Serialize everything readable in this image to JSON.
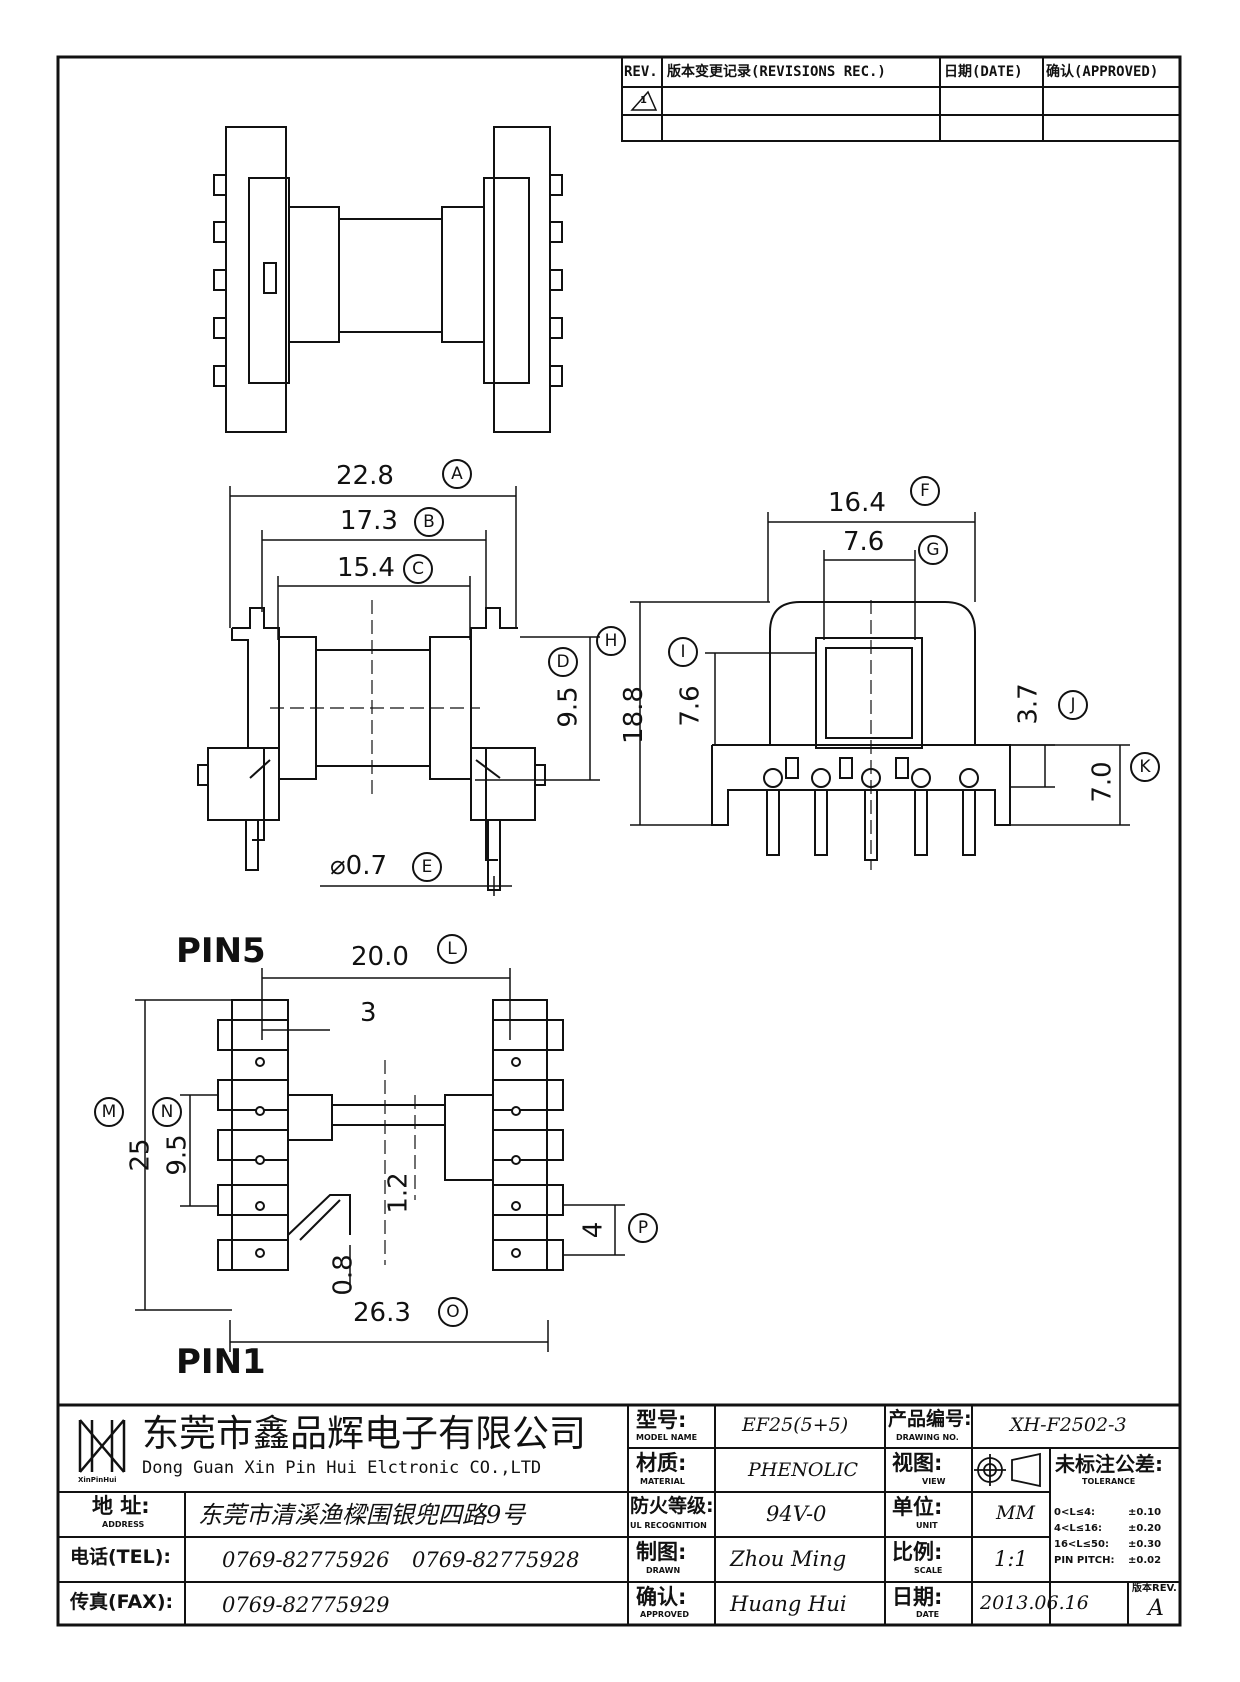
{
  "revision_table": {
    "headers": {
      "rev": "REV.",
      "record": "版本变更记录(REVISIONS REC.)",
      "date": "日期(DATE)",
      "approved": "确认(APPROVED)"
    },
    "rev_symbol": "1"
  },
  "dimensions": {
    "A": "22.8",
    "B": "17.3",
    "C": "15.4",
    "D": "9.5",
    "E": "⌀0.7",
    "F": "16.4",
    "G": "7.6",
    "H": "18.8",
    "I": "7.6",
    "J": "3.7",
    "K": "7.0",
    "L": "20.0",
    "M": "25",
    "N": "9.5",
    "O": "26.3",
    "P": "4",
    "pin_offset": "3",
    "slot_width": "1.2",
    "slot_gap": "0.8"
  },
  "callouts": [
    "A",
    "B",
    "C",
    "D",
    "E",
    "F",
    "G",
    "H",
    "I",
    "J",
    "K",
    "L",
    "M",
    "N",
    "O",
    "P"
  ],
  "pin_labels": {
    "top": "PIN5",
    "bottom": "PIN1"
  },
  "title_block": {
    "company_cn": "东莞市鑫品辉电子有限公司",
    "company_en": "Dong Guan Xin Pin Hui Elctronic CO.,LTD",
    "logo_text": "XinPinHui",
    "address_label_cn": "地 址:",
    "address_label_en": "ADDRESS",
    "address": "东莞市清溪渔樑围银兜四路9号",
    "tel_label": "电话(TEL):",
    "tel1": "0769-82775926",
    "tel2": "0769-82775928",
    "fax_label": "传真(FAX):",
    "fax": "0769-82775929",
    "model_label_cn": "型号:",
    "model_label_en": "MODEL NAME",
    "model": "EF25(5+5)",
    "material_label_cn": "材质:",
    "material_label_en": "MATERIAL",
    "material": "PHENOLIC",
    "ul_label_cn": "防火等级:",
    "ul_label_en": "UL RECOGNITION",
    "ul": "94V-0",
    "drawn_label_cn": "制图:",
    "drawn_label_en": "DRAWN",
    "drawn": "Zhou Ming",
    "approved_label_cn": "确认:",
    "approved_label_en": "APPROVED",
    "approved": "Huang Hui",
    "drawing_no_label_cn": "产品编号:",
    "drawing_no_label_en": "DRAWING NO.",
    "drawing_no": "XH-F2502-3",
    "view_label_cn": "视图:",
    "view_label_en": "VIEW",
    "unit_label_cn": "单位:",
    "unit_label_en": "UNIT",
    "unit": "MM",
    "scale_label_cn": "比例:",
    "scale_label_en": "SCALE",
    "scale": "1:1",
    "date_label_cn": "日期:",
    "date_label_en": "DATE",
    "date": "2013.06.16",
    "tolerance_label_cn": "未标注公差:",
    "tolerance_label_en": "TOLERANCE",
    "tolerances": [
      {
        "range": "0<L≤4:",
        "value": "±0.10"
      },
      {
        "range": "4<L≤16:",
        "value": "±0.20"
      },
      {
        "range": "16<L≤50:",
        "value": "±0.30"
      },
      {
        "range": "PIN PITCH:",
        "value": "±0.02"
      }
    ],
    "rev_label": "版本REV.",
    "rev": "A"
  }
}
